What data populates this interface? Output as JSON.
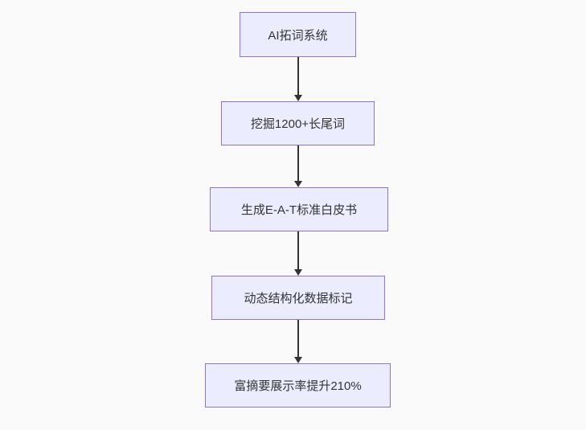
{
  "diagram": {
    "type": "flowchart",
    "direction": "top-down",
    "nodes": [
      {
        "label": "AI拓词系统"
      },
      {
        "label": "挖掘1200+长尾词"
      },
      {
        "label": "生成E-A-T标准白皮书"
      },
      {
        "label": "动态结构化数据标记"
      },
      {
        "label": "富摘要展示率提升210%"
      }
    ],
    "edges": [
      {
        "from": 0,
        "to": 1,
        "direction": "down"
      },
      {
        "from": 1,
        "to": 2,
        "direction": "down"
      },
      {
        "from": 2,
        "to": 3,
        "direction": "down"
      },
      {
        "from": 3,
        "to": 4,
        "direction": "down"
      }
    ],
    "colors": {
      "background": "#fafafa",
      "node_fill": "#ececff",
      "node_border": "#9370db",
      "text": "#333333",
      "arrow": "#333333"
    }
  }
}
